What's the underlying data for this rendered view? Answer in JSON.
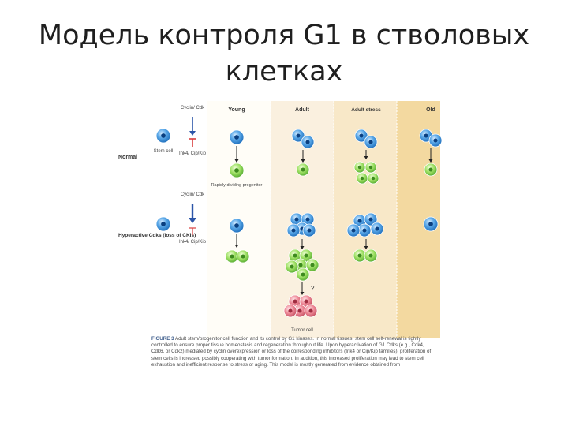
{
  "slide": {
    "title_line1": "Модель контроля G1 в стволовых",
    "title_line2": "клетках"
  },
  "figure": {
    "columns": [
      "Young",
      "Adult",
      "Adult stress",
      "Old"
    ],
    "rows": [
      "Normal",
      "Hyperactive Cdks (loss of CKIs)"
    ],
    "labels": {
      "cyclin_cdk": "Cyclin/ Cdk",
      "inhibitors": "Ink4/ Cip/Kip",
      "stem_cell": "Stem cell",
      "progenitor": "Rapidly dividing progenitor",
      "question": "?",
      "tumor_cell": "Tumor cell"
    },
    "caption_label": "FIGURE 3",
    "caption_text": "Adult stem/progenitor cell function and its control by G1 kinases. In normal tissues, stem cell self-renewal is tightly controlled to ensure proper tissue homeostasis and regeneration throughout life. Upon hyperactivation of G1 Cdks (e.g., Cdk4, Cdk6, or Cdk2) mediated by cyclin overexpression or loss of the corresponding inhibitors (Ink4 or Cip/Kip families), proliferation of stem cells is increased possibly cooperating with tumor formation. In addition, this increased proliferation may lead to stem cell exhaustion and inefficient response to stress or aging. This model is mostly generated from evidence obtained from",
    "colors": {
      "stem": "#1f7fd0",
      "progenitor": "#7ed04a",
      "tumor": "#e06878",
      "activator": "#2b55a8",
      "inhibitor": "#d83c3c",
      "adult_bg": "#faf0df",
      "old_bg": "#f3d9a0"
    }
  }
}
